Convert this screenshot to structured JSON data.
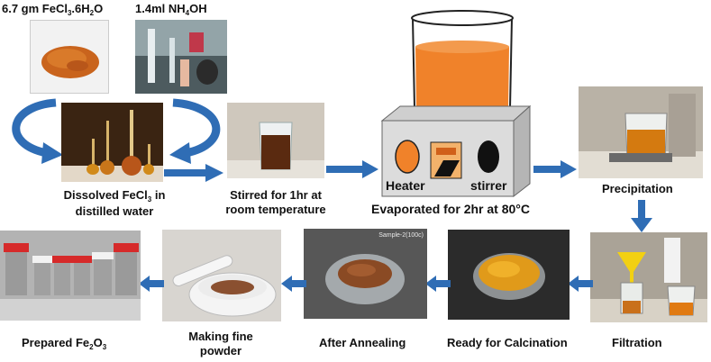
{
  "top_labels": {
    "fecl3": "6.7 gm FeCl",
    "fecl3_sub": "3",
    "fecl3_rest": ".6H",
    "fecl3_sub2": "2",
    "fecl3_end": "O",
    "nh4oh": "1.4ml NH",
    "nh4oh_sub": "4",
    "nh4oh_end": "OH"
  },
  "steps": {
    "dissolved_line1": "Dissolved FeCl",
    "dissolved_sub": "3",
    "dissolved_line1_end": " in",
    "dissolved_line2": "distilled water",
    "stirred_line1": "Stirred for 1hr at",
    "stirred_line2": "room temperature",
    "evaporated": "Evaporated for 2hr at 80°C",
    "precipitation": "Precipitation",
    "filtration": "Filtration",
    "calcination": "Ready for Calcination",
    "annealing": "After Annealing",
    "fine_line1": "Making fine",
    "fine_line2": "powder",
    "prepared": "Prepared Fe",
    "prepared_sub1": "2",
    "prepared_mid": "O",
    "prepared_sub2": "3"
  },
  "heater": {
    "heater_label": "Heater",
    "stirrer_label": "stirrer"
  },
  "annealing_tag": "Sample-2(100c)",
  "colors": {
    "arrow": "#2f6db5",
    "orange": "#f0822a",
    "heater_body": "#dcdcdc"
  }
}
